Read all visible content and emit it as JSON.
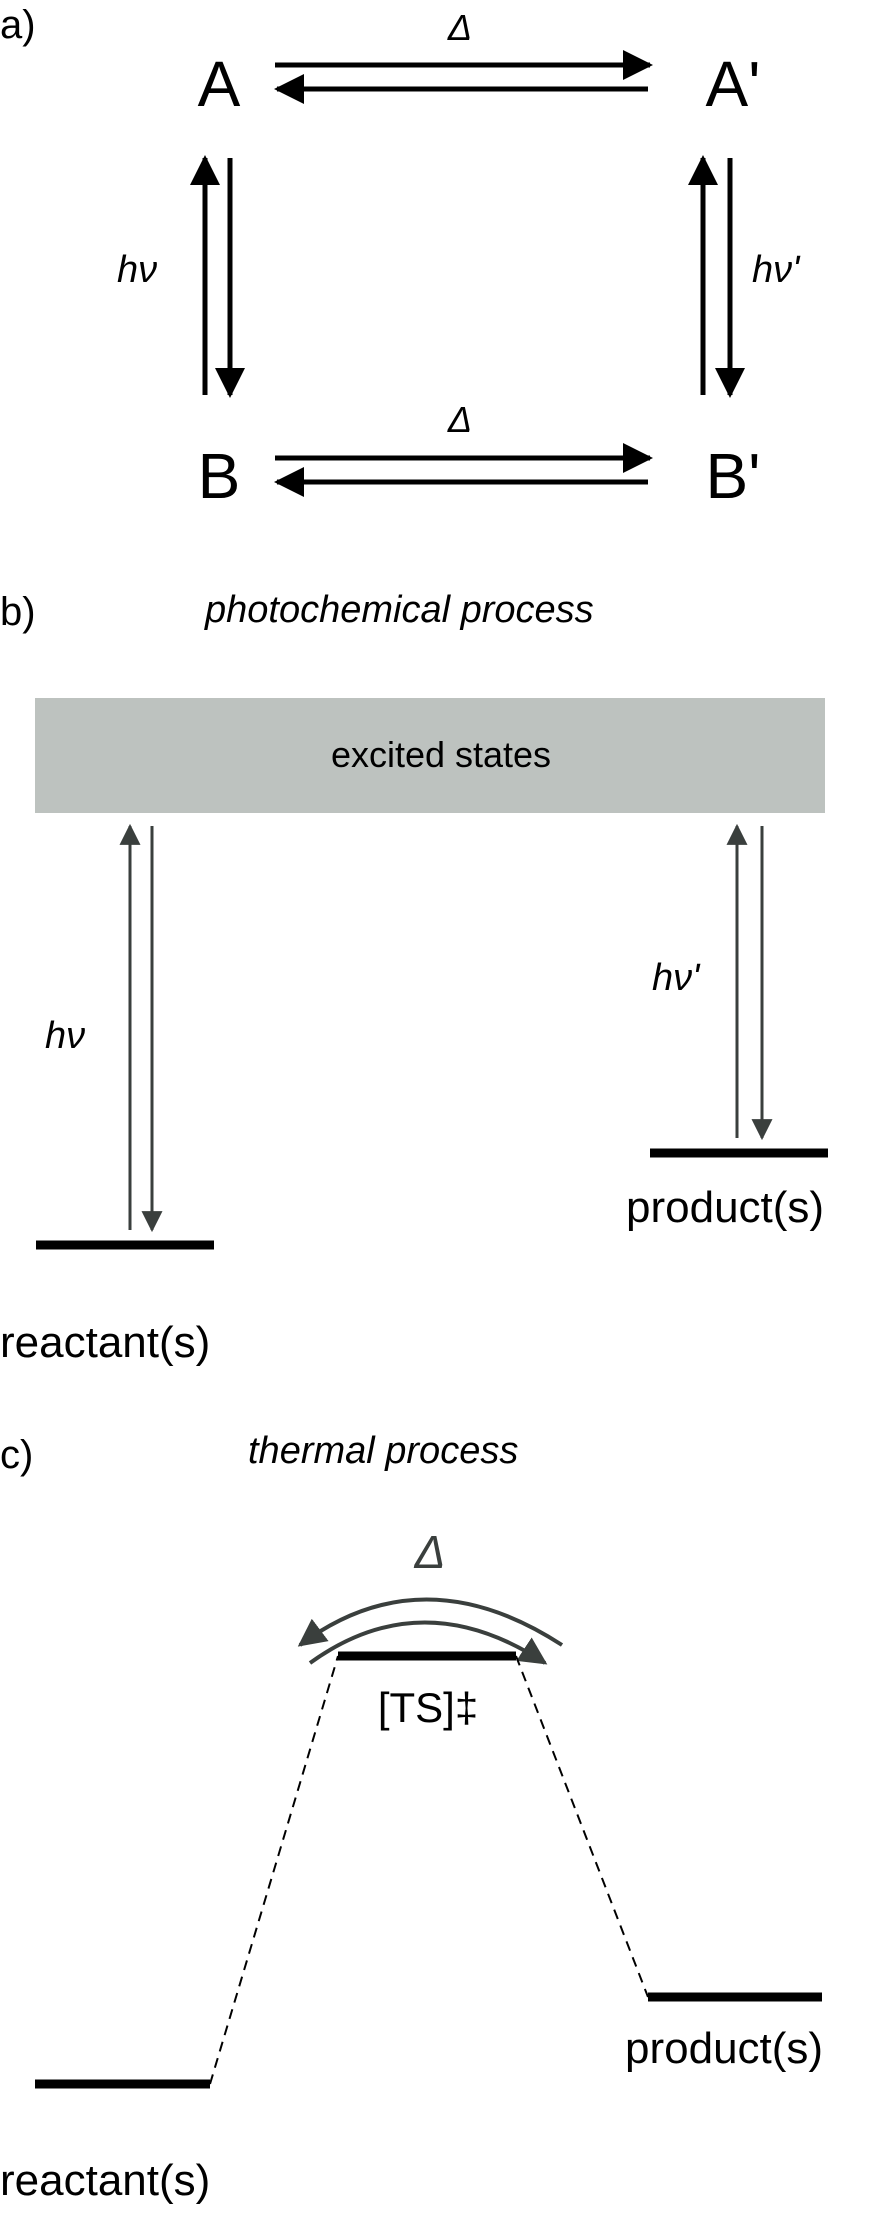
{
  "panel_a": {
    "label": "a)",
    "node_A": "A",
    "node_A_prime": "A'",
    "node_B": "B",
    "node_B_prime": "B'",
    "delta_top": "Δ",
    "delta_bottom": "Δ",
    "hv_left": "hν",
    "hv_right": "hν'"
  },
  "panel_b": {
    "label": "b)",
    "title": "photochemical process",
    "excited_states": "excited states",
    "hv_left": "hν",
    "hv_right": "hν'",
    "reactant": "reactant(s)",
    "product": "product(s)",
    "band_color": "#bdc2bf",
    "arrow_color": "#3a3f3d"
  },
  "panel_c": {
    "label": "c)",
    "title": "thermal process",
    "delta": "Δ",
    "ts": "[TS]‡",
    "reactant": "reactant(s)",
    "product": "product(s)"
  }
}
